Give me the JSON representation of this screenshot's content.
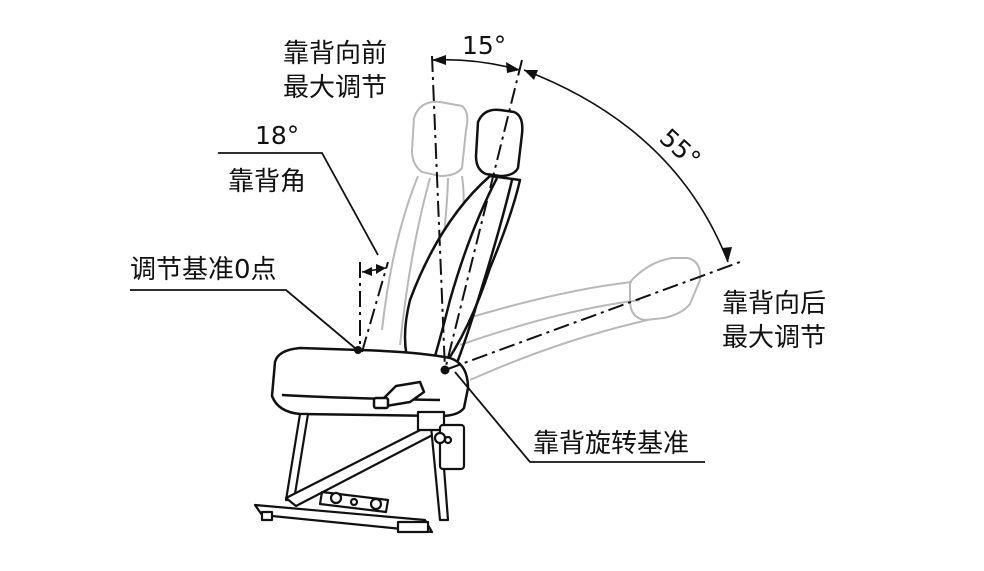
{
  "labels": {
    "forward_max_line1": "靠背向前",
    "forward_max_line2": "最大调节",
    "forward_angle": "15°",
    "backward_angle": "55°",
    "backrest_angle_value": "18°",
    "backrest_angle_label": "靠背角",
    "adjust_zero_point": "调节基准0点",
    "backward_max_line1": "靠背向后",
    "backward_max_line2": "最大调节",
    "pivot_reference": "靠背旋转基准"
  },
  "colors": {
    "ink": "#111111",
    "ghost": "#b8b8b8"
  }
}
